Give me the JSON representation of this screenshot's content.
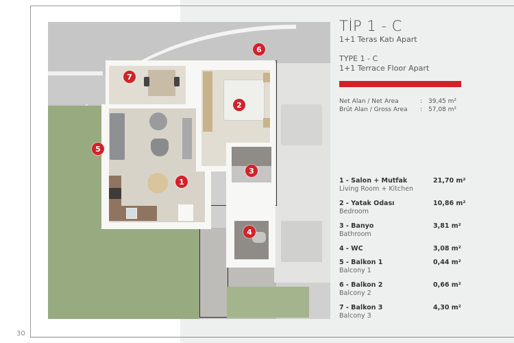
{
  "page": {
    "number": "30",
    "accent_color": "#d42027",
    "badge_color": "#d0222a"
  },
  "header": {
    "title_tr": "TİP 1 - C",
    "subtitle_tr": "1+1 Teras Katı Apart",
    "title_en": "TYPE 1 - C",
    "subtitle_en": "1+1 Terrace Floor Apart"
  },
  "areas": [
    {
      "label": "Net Alan / Net Area",
      "separator": ":",
      "value": "39,45 m²"
    },
    {
      "label": "Brüt Alan / Gross Area",
      "separator": ":",
      "value": "57,08 m²"
    }
  ],
  "rooms": [
    {
      "number": "1",
      "name": "1 - Salon + Mutfak",
      "name_en": "Living Room + Kitchen",
      "area": "21,70 m²"
    },
    {
      "number": "2",
      "name": "2 - Yatak Odası",
      "name_en": "Bedroom",
      "area": "10,86 m²"
    },
    {
      "number": "3",
      "name": "3 - Banyo",
      "name_en": "Bathroom",
      "area": "3,81 m²"
    },
    {
      "number": "4",
      "name": "4 - WC",
      "name_en": "",
      "area": "3,08 m²"
    },
    {
      "number": "5",
      "name": "5 - Balkon 1",
      "name_en": "Balcony 1",
      "area": "0,44 m²"
    },
    {
      "number": "6",
      "name": "6 - Balkon 2",
      "name_en": "Balcony 2",
      "area": "0,66 m²"
    },
    {
      "number": "7",
      "name": "7 - Balkon 3",
      "name_en": "Balcony 3",
      "area": "4,30 m²"
    }
  ],
  "plan_badges": [
    {
      "label": "1"
    },
    {
      "label": "2"
    },
    {
      "label": "3"
    },
    {
      "label": "4"
    },
    {
      "label": "5"
    },
    {
      "label": "6"
    },
    {
      "label": "7"
    }
  ]
}
